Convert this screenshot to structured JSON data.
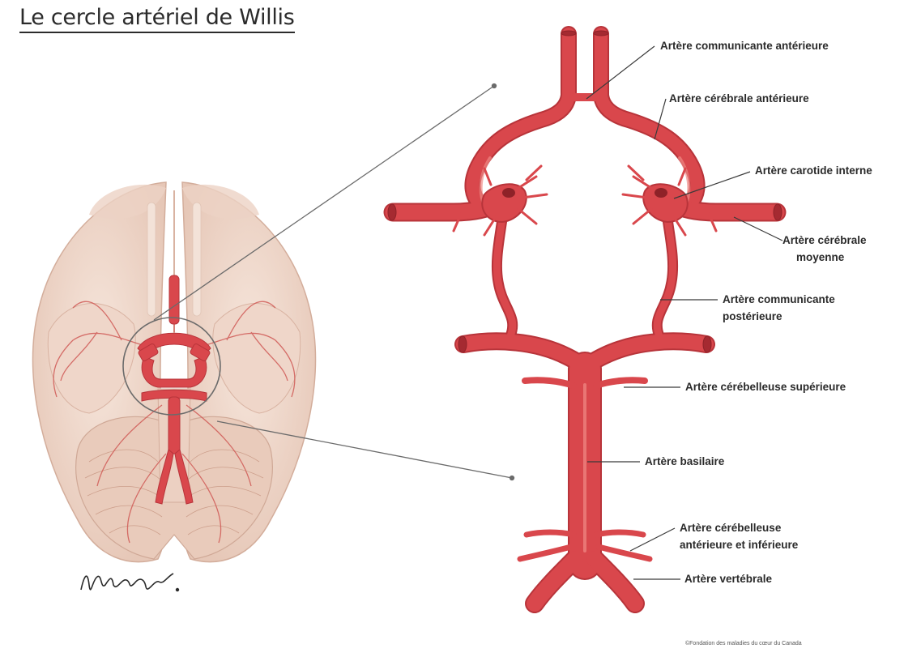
{
  "title": "Le cercle artériel de Willis",
  "signature": "H.Mayer.",
  "credit": "©Fondation des maladies du cœur du Canada",
  "labels": {
    "acomm": "Artère communicante antérieure",
    "aca": "Artère cérébrale antérieure",
    "ica": "Artère carotide interne",
    "mca_1": "Artère cérébrale",
    "mca_2": "moyenne",
    "pcomm_1": "Artère communicante",
    "pcomm_2": "postérieure",
    "sca": "Artère cérébelleuse supérieure",
    "basilar": "Artère basilaire",
    "aica_1": "Artère cérébelleuse",
    "aica_2": "antérieure et inférieure",
    "vert": "Artère vertébrale"
  },
  "colors": {
    "artery": "#d9474c",
    "artery_dark": "#b8343a",
    "brain": "#f1dccf",
    "brain_shadow": "#e0bfae",
    "leader": "#6b6b6b"
  }
}
